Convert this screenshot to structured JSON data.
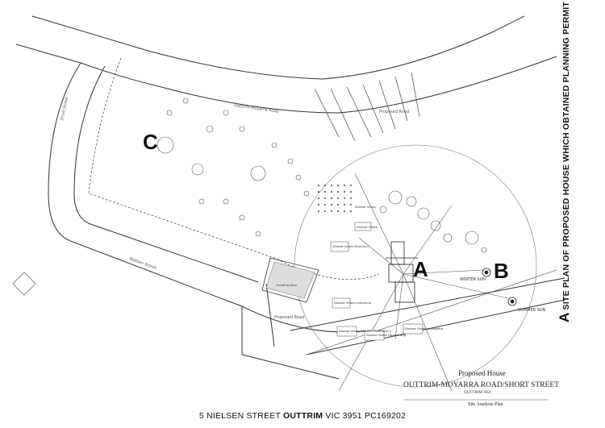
{
  "labels": {
    "a": "A",
    "b": "B",
    "c": "C"
  },
  "side_note": {
    "letter": "A",
    "text": "SITE PLAN OF PROPOSED HOUSE WHICH OBTAINED PLANNING PERMIT BUT SINCE EXPIRED"
  },
  "title_block": {
    "proposed": "Proposed House",
    "road": "OUTTRIM-MOYARRA ROAD/SHORT STREET",
    "sub": "OUTTRIM 3951",
    "sub2": "Site Analysis Plan"
  },
  "address": {
    "part1": "5 NIELSEN STREET ",
    "part2": "OUTTRIM",
    "part3": " VIC 3951 PC169202"
  },
  "sun": {
    "winter": "WINTER SUN",
    "summer": "SUMMER SUN"
  },
  "roads": {
    "top": "Outtrim-Moyarra Road",
    "right_top": "Proposed Road",
    "left": "Short Street",
    "nielsen": "Nielsen Street",
    "bottom": "Proposed Road"
  },
  "views": {
    "v1": "Distant Views",
    "v2": "Distant Views Bushland",
    "v3": "Distant Views",
    "v4": "Distant Views Jumbunna",
    "v5": "Distant Views Wilsons Promontory",
    "v6": "Distant Views Leongatha",
    "v7": "Distant Views Hoddle Rng",
    "v8": "Existing Dam"
  }
}
